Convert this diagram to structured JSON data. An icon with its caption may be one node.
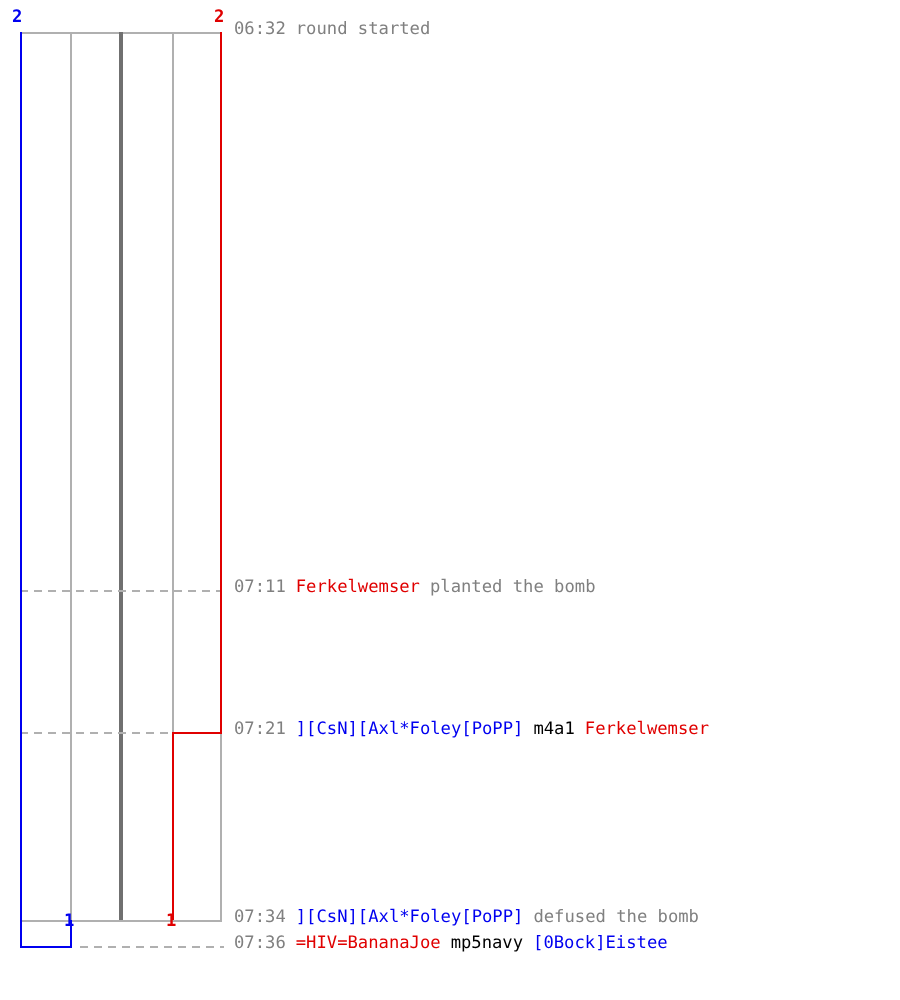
{
  "diagram": {
    "labels": [
      "2",
      "2",
      "06:32",
      "round started",
      "07:11",
      "Ferkelwemser",
      "planted the bomb",
      "07:21",
      "][CsN][Axl*Foley[PoPP]",
      "m4a1",
      "Ferkelwemser",
      "1",
      "1",
      "07:34",
      "][CsN][Axl*Foley[PoPP]",
      "defused the bomb",
      "07:36",
      "=HIV=BananaJoe",
      "mp5navy",
      "[0Bock]Eistee"
    ]
  }
}
